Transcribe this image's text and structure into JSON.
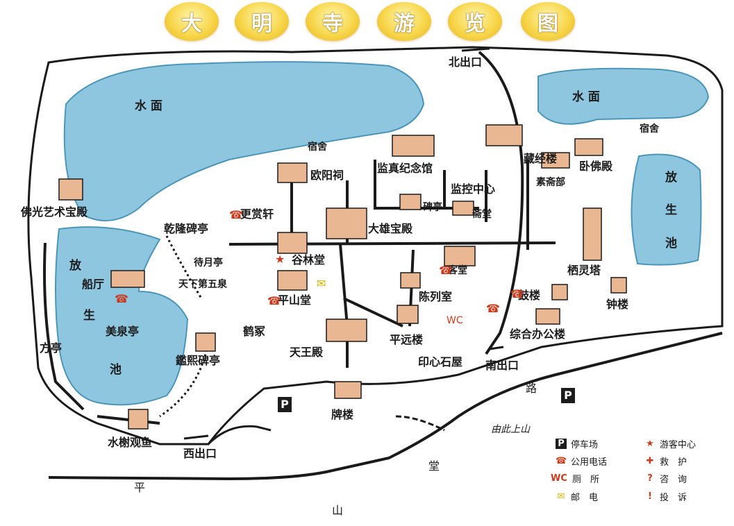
{
  "title": {
    "chars": [
      "大",
      "明",
      "寺",
      "游",
      "览",
      "图"
    ]
  },
  "water": {
    "upper_left": "水 面",
    "upper_right": "水 面",
    "fangsheng_right": [
      "放",
      "生",
      "池"
    ],
    "fangsheng_left": [
      "放",
      "生",
      "池"
    ]
  },
  "places": {
    "north_exit": "北出口",
    "dorm_top_right": "宿舍",
    "dorm_center": "宿舍",
    "ouyang": "欧阳祠",
    "jianzhen": "监真纪念馆",
    "cangjing": "藏经楼",
    "wofo": "卧佛殿",
    "sutra_dept": "素斋部",
    "monitor": "监控中心",
    "stele_pavilion": "碑亭",
    "zhaitang": "斋堂",
    "pingshan_xuan": "更赏轩",
    "qianlong": "乾隆碑亭",
    "foguang": "佛光艺术宝殿",
    "daxiong": "大雄宝殿",
    "gulin": "谷林堂",
    "daimu": "待月亭",
    "guest_hall": "客堂",
    "qiling_pagoda": "栖灵塔",
    "drum_tower": "鼓楼",
    "bell_tower": "钟楼",
    "chuanting": "船厅",
    "tianxia": "天下第五泉",
    "pingshan_tang": "平山堂",
    "chenlie": "陈列室",
    "wc": "WC",
    "meiquan": "美泉亭",
    "hezhong": "鹤冢",
    "office": "综合办公楼",
    "fang_pavilion": "方亭",
    "tianwang": "天王殿",
    "pingyuan": "平远楼",
    "jixi": "鑑熙碑亭",
    "yinxin": "印心石屋",
    "south_exit": "南出口",
    "pailou": "牌楼",
    "shuixie": "水榭观鱼",
    "west_exit": "西出口",
    "from_here": "由此上山"
  },
  "roads": {
    "ping": "平",
    "shan": "山",
    "tang": "堂",
    "lu": "路"
  },
  "parking": {
    "letter": "P"
  },
  "legend": {
    "left": [
      {
        "icon_name": "parking-icon",
        "glyph": "P",
        "label": "停车场"
      },
      {
        "icon_name": "phone-icon",
        "glyph": "☎",
        "label": "公用电话"
      },
      {
        "icon_name": "wc-icon",
        "glyph": "WC",
        "label": "厕　所"
      },
      {
        "icon_name": "mail-icon",
        "glyph": "✉",
        "label": "邮　电"
      }
    ],
    "right": [
      {
        "icon_name": "star-icon",
        "glyph": "★",
        "label": "游客中心"
      },
      {
        "icon_name": "first-aid-icon",
        "glyph": "✚",
        "label": "救　护"
      },
      {
        "icon_name": "question-icon",
        "glyph": "?",
        "label": "咨　询"
      },
      {
        "icon_name": "complaint-icon",
        "glyph": "!",
        "label": "投　诉"
      }
    ]
  },
  "colors": {
    "water": "#8ec6e0",
    "water_edge": "#4a95b8",
    "roof": "#e9b893",
    "road": "#1a1a1a",
    "title_gold": "#f2c53a",
    "icon_red": "#cc3a1c"
  }
}
